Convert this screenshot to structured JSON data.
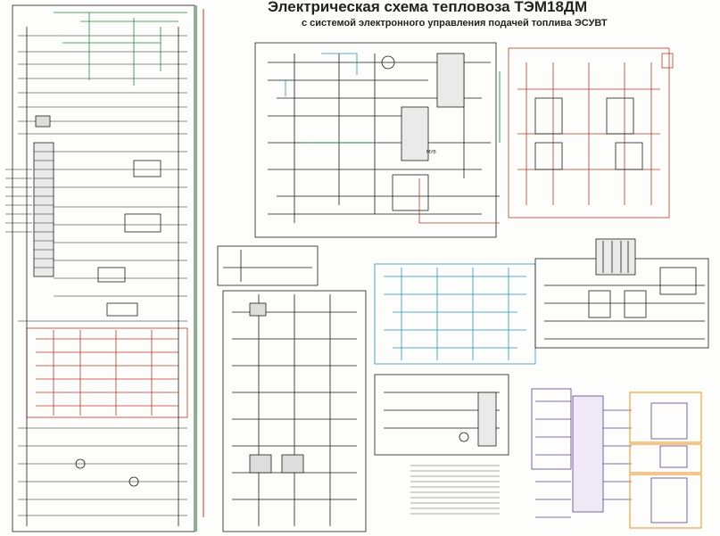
{
  "header": {
    "title": "Электрическая схема тепловоза ТЭМ18ДМ",
    "subtitle": "с системой электронного управления подачей топлива ЭСУВТ"
  },
  "labels": {
    "myb": "МУВ"
  },
  "colors": {
    "background": "#fdfdfb",
    "wire_black": "#1c1c1c",
    "wire_green": "#1f8a3a",
    "wire_red": "#c0392b",
    "wire_blue": "#2b8fb8",
    "wire_purple": "#5b3f8c",
    "wire_orange": "#d08a3c",
    "highlight_box": "#f0a23c"
  }
}
